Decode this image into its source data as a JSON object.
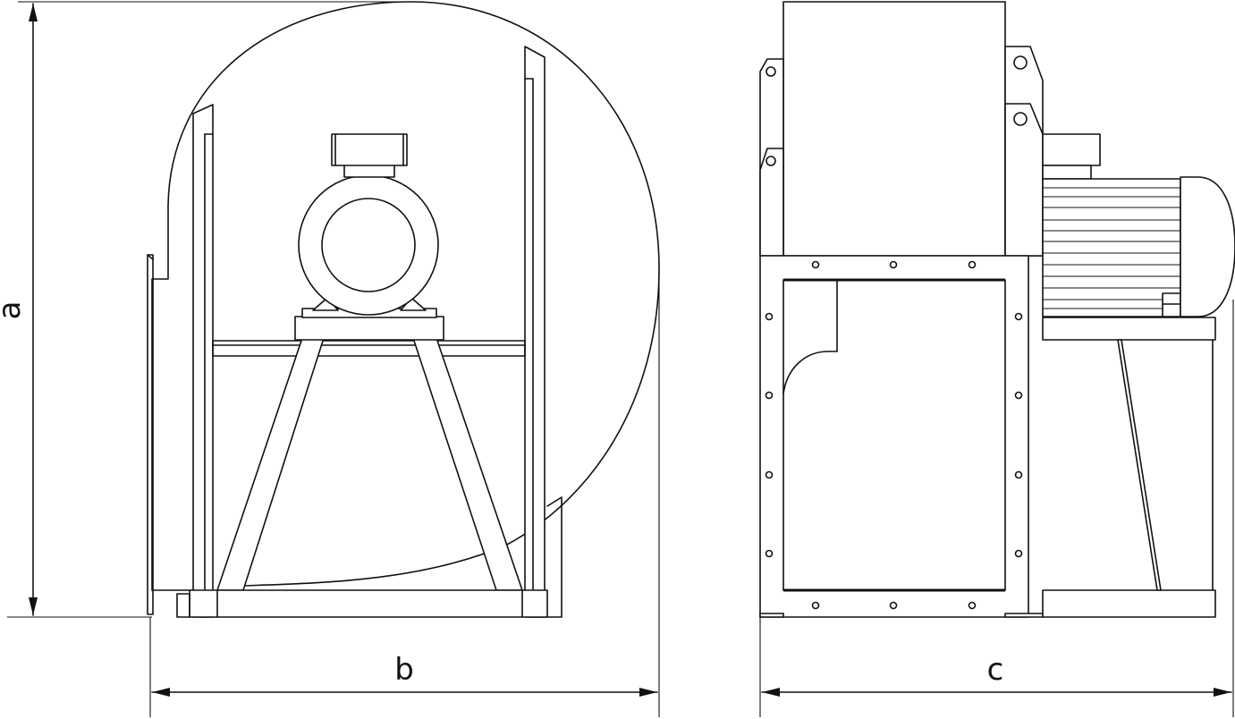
{
  "dimensions": {
    "height_label": "a",
    "width_label": "b",
    "depth_label": "c"
  },
  "colors": {
    "line": "#111111",
    "background": "#ffffff"
  }
}
